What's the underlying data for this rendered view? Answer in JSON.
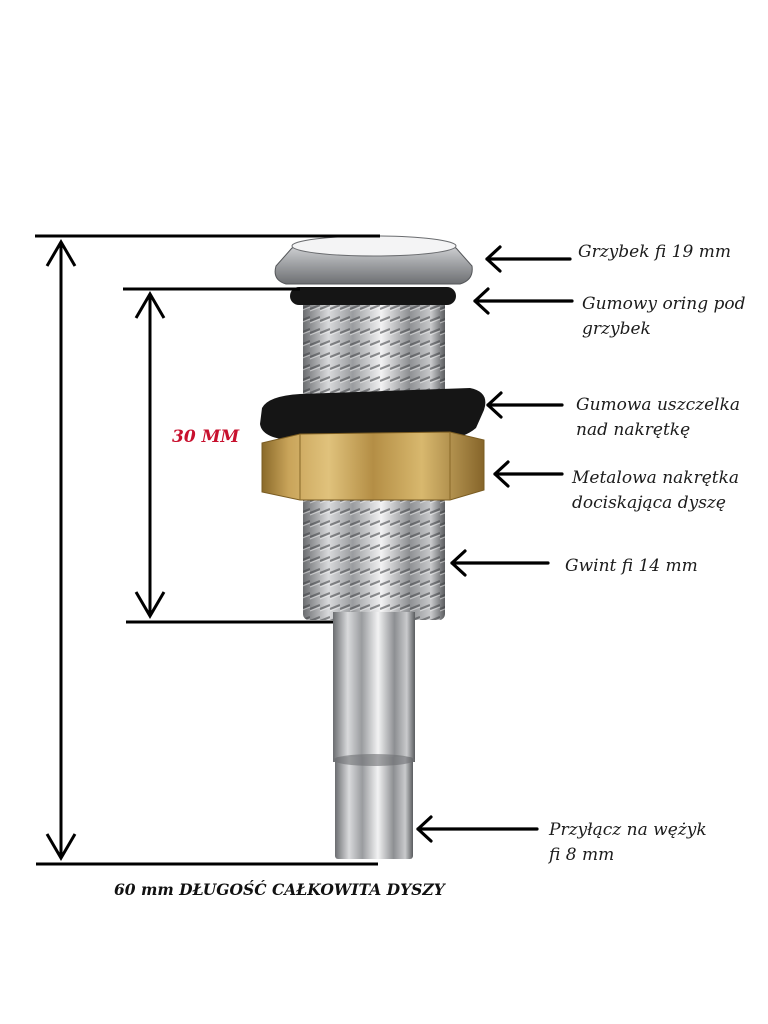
{
  "labels": {
    "grzybek": "Grzybek fi 19 mm",
    "oring_line1": "Gumowy oring pod",
    "oring_line2": "grzybek",
    "uszczelka_line1": "Gumowa uszczelka",
    "uszczelka_line2": "nad nakrętkę",
    "nakretka_line1": "Metalowa nakrętka",
    "nakretka_line2": "dociskająca dyszę",
    "gwint": "Gwint fi 14 mm",
    "przylacz_line1": "Przyłącz na wężyk",
    "przylacz_line2": "fi 8 mm"
  },
  "dimension_30": "30 MM",
  "caption": "60 mm DŁUGOŚĆ CAŁKOWITA DYSZY",
  "colors": {
    "dimension_text": "#c8102e",
    "brass": "#c9a45a",
    "chrome": "#c7c9cc",
    "rubber": "#151515",
    "lines": "#000000"
  }
}
